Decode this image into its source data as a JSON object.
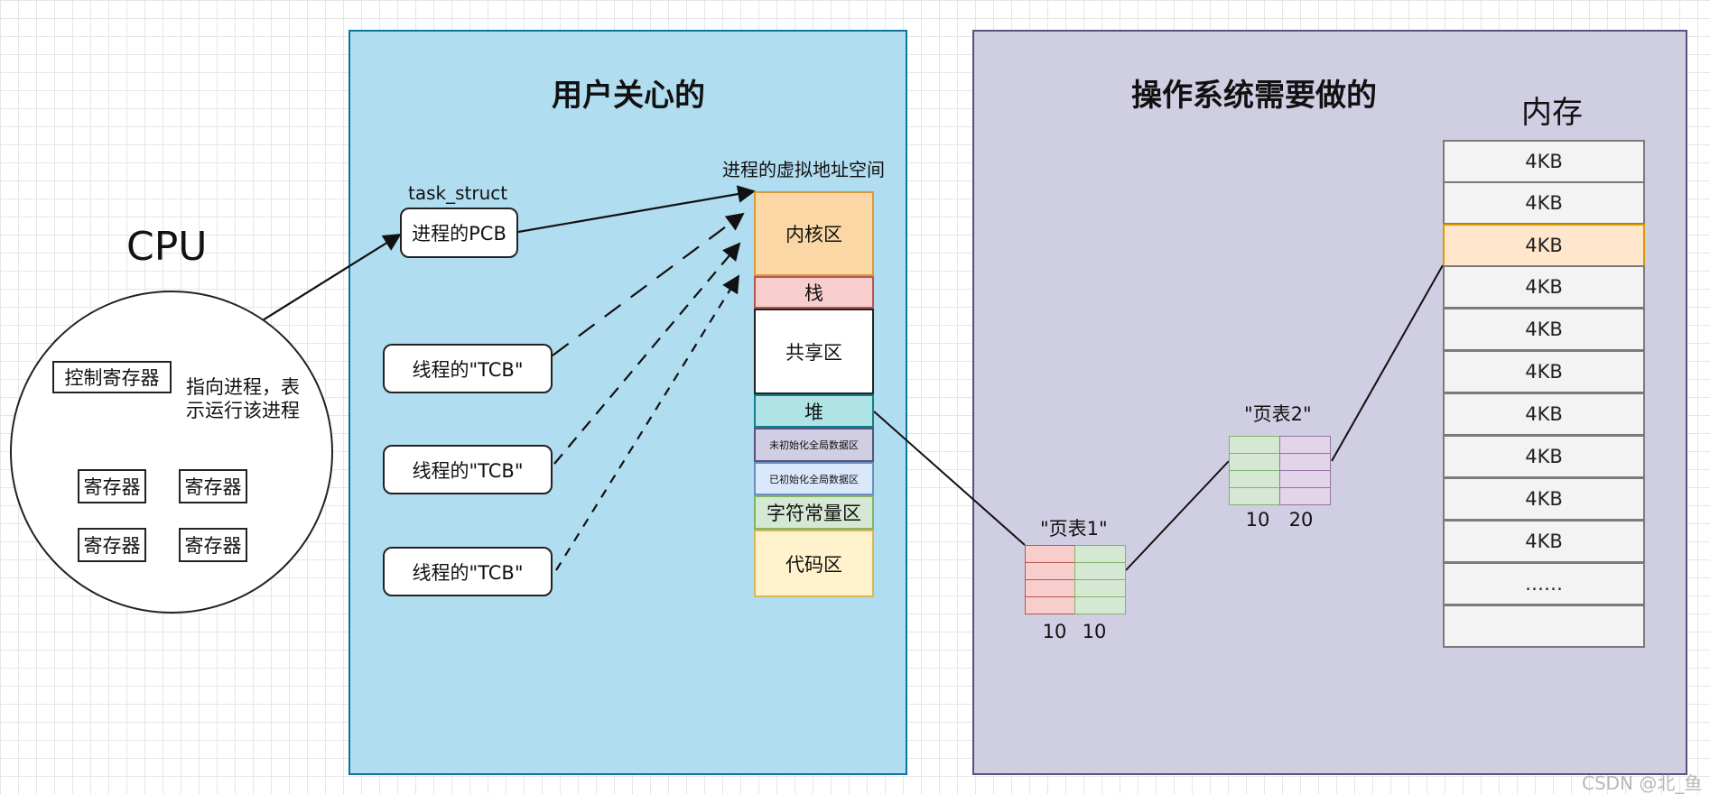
{
  "cpu": {
    "title": "CPU",
    "control_register": "控制寄存器",
    "registers": [
      "寄存器",
      "寄存器",
      "寄存器",
      "寄存器"
    ]
  },
  "pointer_note": [
    "指向进程，表",
    "示运行该进程"
  ],
  "user_panel": {
    "title": "用户关心的",
    "task_struct_label": "task_struct",
    "pcb": "进程的PCB",
    "tcbs": [
      "线程的\"TCB\"",
      "线程的\"TCB\"",
      "线程的\"TCB\""
    ],
    "vas_title": "进程的虚拟地址空间",
    "segments": [
      {
        "label": "内核区",
        "fill": "#fad7a4",
        "stroke": "#d79b3c"
      },
      {
        "label": "栈",
        "fill": "#f8cecc",
        "stroke": "#b85450"
      },
      {
        "label": "共享区",
        "fill": "#ffffff",
        "stroke": "#222222"
      },
      {
        "label": "堆",
        "fill": "#b0e3e6",
        "stroke": "#0e8088"
      },
      {
        "label": "未初始化全局数据区",
        "fill": "#d0cee2",
        "stroke": "#56517e"
      },
      {
        "label": "已初始化全局数据区",
        "fill": "#dae8fc",
        "stroke": "#6c8ebf"
      },
      {
        "label": "字符常量区",
        "fill": "#d5e8d4",
        "stroke": "#82b366"
      },
      {
        "label": "代码区",
        "fill": "#fff2cc",
        "stroke": "#d6b656"
      }
    ]
  },
  "os_panel": {
    "title": "操作系统需要做的",
    "memory_title": "内存",
    "memory_blocks": [
      "4KB",
      "4KB",
      "4KB",
      "4KB",
      "4KB",
      "4KB",
      "4KB",
      "4KB",
      "4KB",
      "4KB",
      "……",
      ""
    ],
    "highlighted_block": 2,
    "page_table_1": {
      "title": "\"页表1\"",
      "left_value": "10",
      "right_value": "10"
    },
    "page_table_2": {
      "title": "\"页表2\"",
      "left_value": "10",
      "right_value": "20"
    }
  },
  "watermark": "CSDN @北_鱼",
  "colors": {
    "user_panel_fill": "#b1ddf0",
    "user_panel_stroke": "#10739e",
    "os_panel_fill": "#d0cee2",
    "os_panel_stroke": "#56517e",
    "red_fill": "#f8cecc",
    "red_stroke": "#b85450",
    "green_fill": "#d5e8d4",
    "green_stroke": "#82b366",
    "purple_fill": "#e1d5e7",
    "purple_stroke": "#9673a6",
    "highlight_fill": "#ffe6cc",
    "highlight_stroke": "#d79b00"
  }
}
